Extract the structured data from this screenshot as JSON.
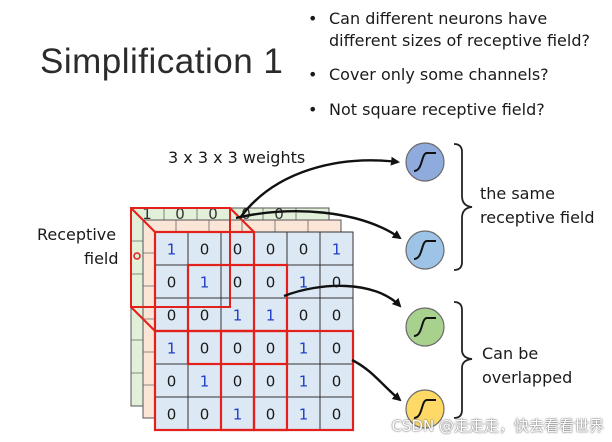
{
  "title": "Simplification 1",
  "bullets": [
    "Can different neurons have different sizes of receptive field?",
    "Cover only some channels?",
    "Not square receptive field?"
  ],
  "labels": {
    "weights": "3 x 3 x 3 weights",
    "receptive_field_line1": "Receptive",
    "receptive_field_line2": "field",
    "same_line1": "the same",
    "same_line2": "receptive field",
    "overlap_line1": "Can be",
    "overlap_line2": "overlapped"
  },
  "grid": [
    [
      1,
      0,
      0,
      0,
      0,
      1
    ],
    [
      0,
      1,
      0,
      0,
      1,
      0
    ],
    [
      0,
      0,
      1,
      1,
      0,
      0
    ],
    [
      1,
      0,
      0,
      0,
      1,
      0
    ],
    [
      0,
      1,
      0,
      0,
      1,
      0
    ],
    [
      0,
      0,
      1,
      0,
      1,
      0
    ]
  ],
  "back_layer_digits": [
    "1",
    "0",
    "0",
    "0",
    "0"
  ],
  "colors": {
    "cell_fill": "#dce9f4",
    "layer_green": "#e2efd9",
    "layer_orange": "#fbe5d6",
    "receptive_red": "#e3211c",
    "one_blue": "#1f3fc9",
    "neuron_blue": "#8faadc",
    "neuron_lightblue": "#9dc3e6",
    "neuron_green": "#a9d18e",
    "neuron_yellow": "#ffd966"
  },
  "watermark": "CSDN @走走走，快去看看世界"
}
